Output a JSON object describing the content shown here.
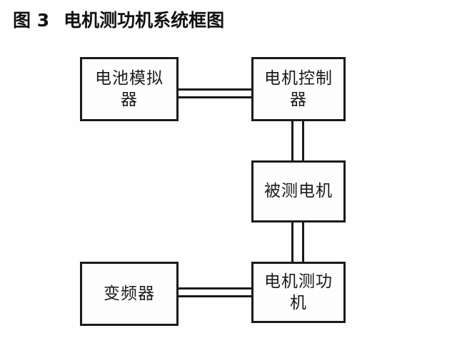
{
  "figure": {
    "label": "图 3",
    "title": "电机测功机系统框图"
  },
  "diagram": {
    "type": "block-diagram",
    "blocks": [
      {
        "id": "battery-sim",
        "label": "电池模拟器",
        "position": "top-left"
      },
      {
        "id": "motor-ctrl",
        "label": "电机控制器",
        "position": "top-right"
      },
      {
        "id": "motor-dut",
        "label": "被测电机",
        "position": "middle-right"
      },
      {
        "id": "dynamometer",
        "label": "电机测功机",
        "position": "bottom-right"
      },
      {
        "id": "inverter",
        "label": "变频器",
        "position": "bottom-left"
      }
    ],
    "connections": [
      {
        "from": "battery-sim",
        "to": "motor-ctrl",
        "orientation": "horizontal",
        "style": "double-line"
      },
      {
        "from": "motor-ctrl",
        "to": "motor-dut",
        "orientation": "vertical",
        "style": "double-line"
      },
      {
        "from": "motor-dut",
        "to": "dynamometer",
        "orientation": "vertical",
        "style": "double-line"
      },
      {
        "from": "inverter",
        "to": "dynamometer",
        "orientation": "horizontal",
        "style": "double-line"
      }
    ],
    "colors": {
      "line": "#1a1a1a",
      "block_fill": "#fdfdfd",
      "background": "#ffffff",
      "text": "#1a1a1a"
    }
  }
}
